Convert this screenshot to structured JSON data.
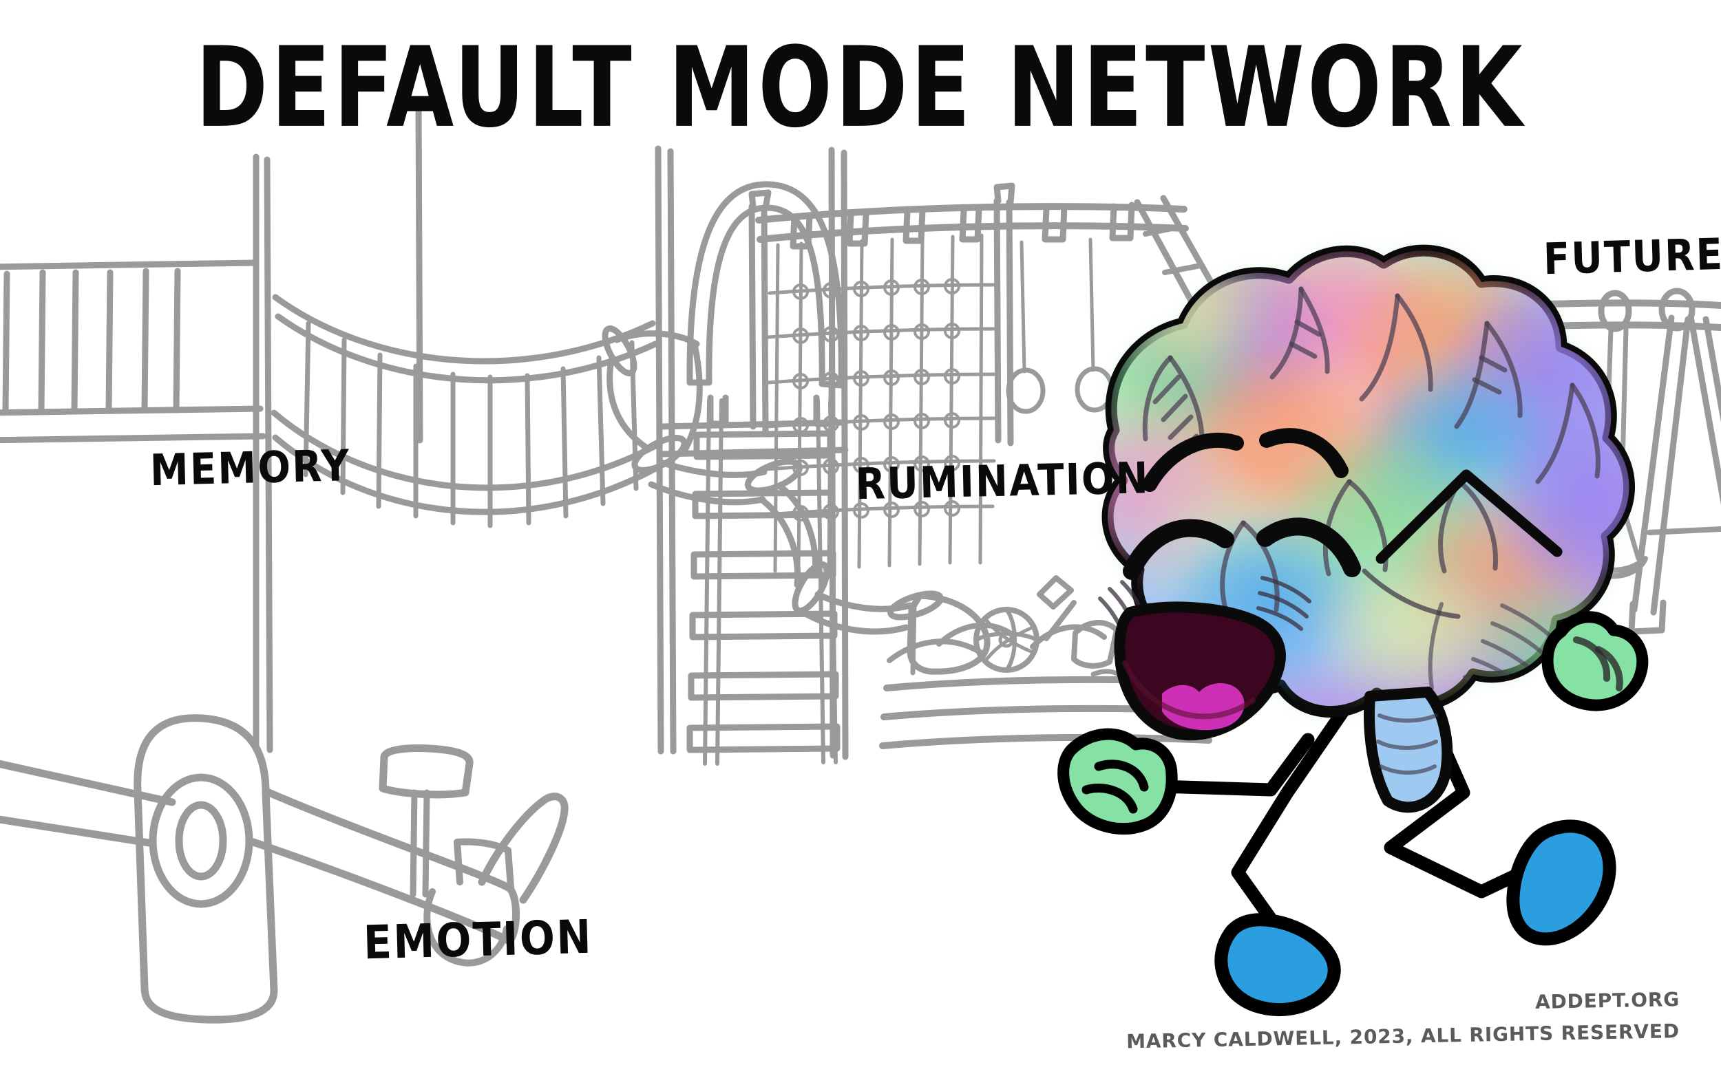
{
  "title": "DEFAULT MODE NETWORK",
  "labels": {
    "memory": "MEMORY",
    "rumination": "RUMINATION",
    "future": "FUTURE",
    "emotion": "EMOTION"
  },
  "credits": {
    "site": "ADDEPT.ORG",
    "rights": "MARCY CALDWELL, 2023, ALL RIGHTS RESERVED"
  },
  "colors": {
    "background": "#ffffff",
    "line_art_gray": "#9a9a9a",
    "ink_black": "#0a0a0a",
    "hand_green": "#86e2a4",
    "shoe_blue": "#2b9ee0",
    "mouth_dark": "#3d0620",
    "tongue_magenta": "#cc2eb5",
    "brain_purple": "#9b86e8",
    "brain_blue": "#6fc2ee",
    "brain_green": "#a9e6b8",
    "brain_pink": "#f0b0cf",
    "brain_peach": "#f6b089",
    "text_gray": "#5b5b5b"
  },
  "scene": {
    "description": "Hand-drawn playground line art with a smiling rainbow brain character walking",
    "elements": [
      {
        "name": "play-structure-bridge",
        "label_key": "memory"
      },
      {
        "name": "tube-slide",
        "label_key": "rumination"
      },
      {
        "name": "climbing-net",
        "label_key": "rumination"
      },
      {
        "name": "gymnastic-rings",
        "label_key": "rumination"
      },
      {
        "name": "ladder",
        "label_key": "rumination"
      },
      {
        "name": "swing-set",
        "label_key": "future"
      },
      {
        "name": "seesaw",
        "label_key": "emotion"
      },
      {
        "name": "spinner-panel",
        "label_key": "emotion"
      },
      {
        "name": "sandbox",
        "label_key": null
      },
      {
        "name": "brain-character",
        "label_key": null
      }
    ]
  }
}
